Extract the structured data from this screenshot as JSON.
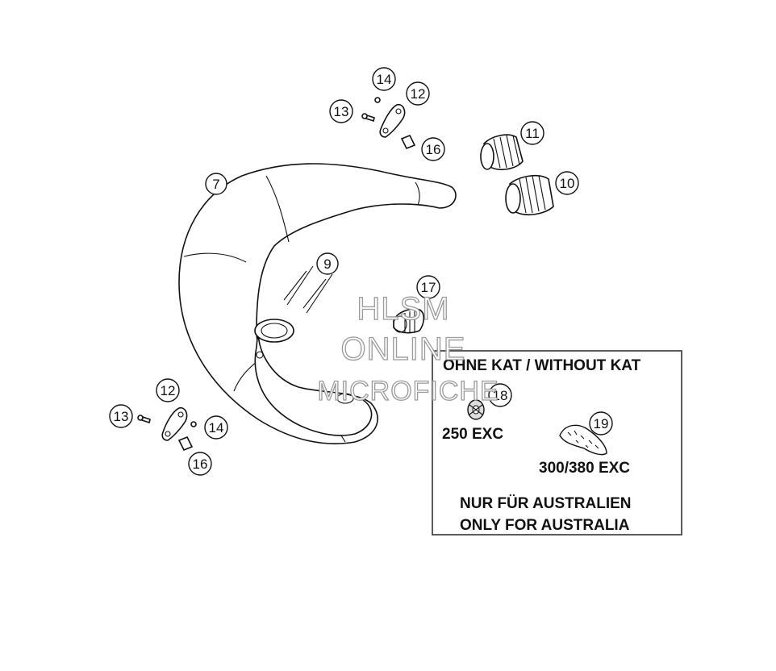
{
  "callouts": {
    "c7": "7",
    "c9": "9",
    "c10": "10",
    "c11": "11",
    "c12a": "12",
    "c12b": "12",
    "c13a": "13",
    "c13b": "13",
    "c14a": "14",
    "c14b": "14",
    "c16a": "16",
    "c16b": "16",
    "c17": "17",
    "c18": "18",
    "c19": "19"
  },
  "inset": {
    "title": "OHNE KAT / WITHOUT KAT",
    "label_250": "250 EXC",
    "label_300": "300/380 EXC",
    "note_de": "NUR FÜR AUSTRALIEN",
    "note_en": "ONLY FOR AUSTRALIA"
  },
  "watermark": {
    "line1": "HLSM",
    "line2": "ONLINE",
    "line3": "MICROFICHE"
  }
}
